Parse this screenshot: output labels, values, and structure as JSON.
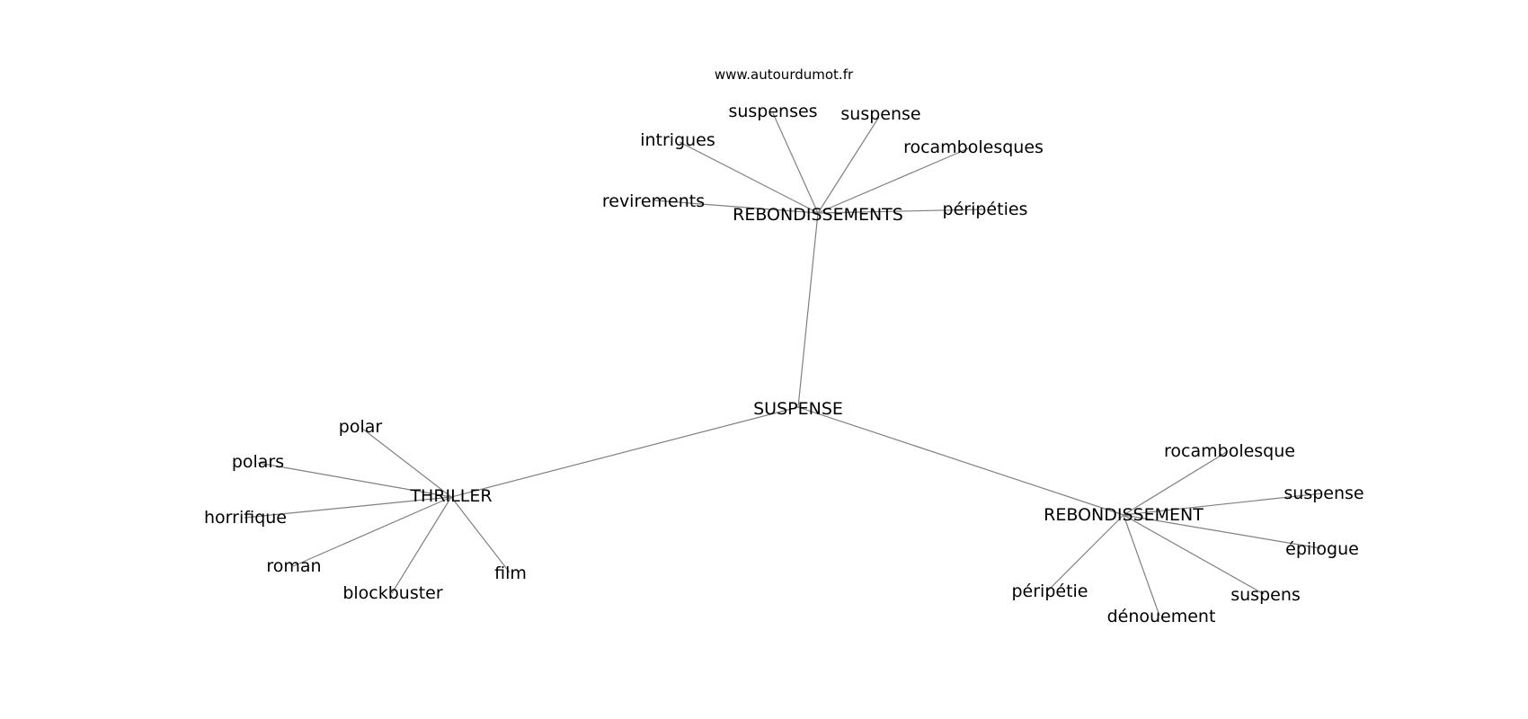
{
  "site": "www.autourdumot.fr",
  "nodes": {
    "suspense_center": "SUSPENSE",
    "rebondissements": "REBONDISSEMENTS",
    "thriller": "THRILLER",
    "rebondissement": "REBONDISSEMENT",
    "revirements": "revirements",
    "intrigues": "intrigues",
    "suspenses": "suspenses",
    "suspense_top": "suspense",
    "rocambolesques": "rocambolesques",
    "peripeties": "péripéties",
    "polar": "polar",
    "polars": "polars",
    "horrifique": "horrifique",
    "roman": "roman",
    "blockbuster": "blockbuster",
    "film": "film",
    "rocambolesque": "rocambolesque",
    "suspense_right": "suspense",
    "epilogue": "épilogue",
    "suspens": "suspens",
    "denouement": "dénouement",
    "peripetie": "péripétie"
  }
}
